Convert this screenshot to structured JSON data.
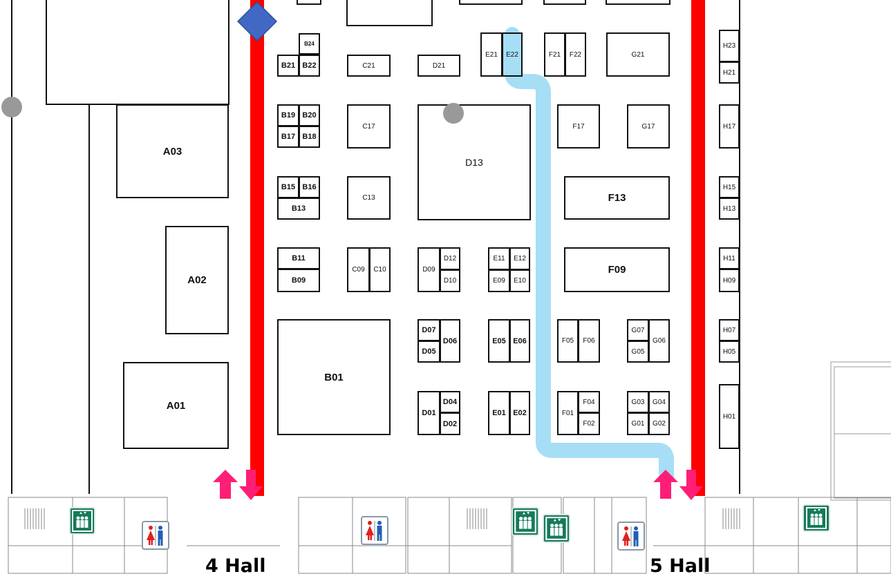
{
  "map": {
    "halls": [
      {
        "id": "hall-4",
        "label": "4 Hall"
      },
      {
        "id": "hall-5",
        "label": "5 Hall"
      }
    ],
    "booths": [
      {
        "id": "A03",
        "label": "A03",
        "style": "big"
      },
      {
        "id": "A02",
        "label": "A02",
        "style": "big"
      },
      {
        "id": "A01",
        "label": "A01",
        "style": "big"
      },
      {
        "id": "B24",
        "label": "B24",
        "style": "tiny"
      },
      {
        "id": "B21",
        "label": "B21",
        "style": "bold"
      },
      {
        "id": "B22",
        "label": "B22",
        "style": "bold"
      },
      {
        "id": "B19",
        "label": "B19",
        "style": "bold"
      },
      {
        "id": "B20",
        "label": "B20",
        "style": "bold"
      },
      {
        "id": "B17",
        "label": "B17",
        "style": "bold"
      },
      {
        "id": "B18",
        "label": "B18",
        "style": "bold"
      },
      {
        "id": "B15",
        "label": "B15",
        "style": "bold"
      },
      {
        "id": "B16",
        "label": "B16",
        "style": "bold"
      },
      {
        "id": "B13",
        "label": "B13",
        "style": "bold"
      },
      {
        "id": "B11",
        "label": "B11",
        "style": "bold"
      },
      {
        "id": "B09",
        "label": "B09",
        "style": "bold"
      },
      {
        "id": "B01",
        "label": "B01",
        "style": "big"
      },
      {
        "id": "C21",
        "label": "C21",
        "style": "normal"
      },
      {
        "id": "C17",
        "label": "C17",
        "style": "normal"
      },
      {
        "id": "C13",
        "label": "C13",
        "style": "normal"
      },
      {
        "id": "C09",
        "label": "C09",
        "style": "normal"
      },
      {
        "id": "C10",
        "label": "C10",
        "style": "normal"
      },
      {
        "id": "D21",
        "label": "D21",
        "style": "normal"
      },
      {
        "id": "D13",
        "label": "D13",
        "style": "large-normal"
      },
      {
        "id": "D09",
        "label": "D09",
        "style": "normal"
      },
      {
        "id": "D12",
        "label": "D12",
        "style": "normal"
      },
      {
        "id": "D10",
        "label": "D10",
        "style": "normal"
      },
      {
        "id": "D07",
        "label": "D07",
        "style": "bold"
      },
      {
        "id": "D06",
        "label": "D06",
        "style": "bold"
      },
      {
        "id": "D05",
        "label": "D05",
        "style": "bold"
      },
      {
        "id": "D04",
        "label": "D04",
        "style": "bold"
      },
      {
        "id": "D01",
        "label": "D01",
        "style": "bold"
      },
      {
        "id": "D02",
        "label": "D02",
        "style": "bold"
      },
      {
        "id": "E21",
        "label": "E21",
        "style": "normal"
      },
      {
        "id": "E22",
        "label": "E22",
        "style": "normal"
      },
      {
        "id": "E11",
        "label": "E11",
        "style": "normal"
      },
      {
        "id": "E12",
        "label": "E12",
        "style": "normal"
      },
      {
        "id": "E09",
        "label": "E09",
        "style": "normal"
      },
      {
        "id": "E10",
        "label": "E10",
        "style": "normal"
      },
      {
        "id": "E05",
        "label": "E05",
        "style": "bold"
      },
      {
        "id": "E06",
        "label": "E06",
        "style": "bold"
      },
      {
        "id": "E01",
        "label": "E01",
        "style": "bold"
      },
      {
        "id": "E02",
        "label": "E02",
        "style": "bold"
      },
      {
        "id": "F21",
        "label": "F21",
        "style": "normal"
      },
      {
        "id": "F22",
        "label": "F22",
        "style": "normal"
      },
      {
        "id": "F17",
        "label": "F17",
        "style": "normal"
      },
      {
        "id": "F13",
        "label": "F13",
        "style": "big"
      },
      {
        "id": "F09",
        "label": "F09",
        "style": "big"
      },
      {
        "id": "F05",
        "label": "F05",
        "style": "normal"
      },
      {
        "id": "F06",
        "label": "F06",
        "style": "normal"
      },
      {
        "id": "F01",
        "label": "F01",
        "style": "normal"
      },
      {
        "id": "F04",
        "label": "F04",
        "style": "normal"
      },
      {
        "id": "F02",
        "label": "F02",
        "style": "normal"
      },
      {
        "id": "G21",
        "label": "G21",
        "style": "normal"
      },
      {
        "id": "G17",
        "label": "G17",
        "style": "normal"
      },
      {
        "id": "G07",
        "label": "G07",
        "style": "normal"
      },
      {
        "id": "G06",
        "label": "G06",
        "style": "normal"
      },
      {
        "id": "G05",
        "label": "G05",
        "style": "normal"
      },
      {
        "id": "G03",
        "label": "G03",
        "style": "normal"
      },
      {
        "id": "G04",
        "label": "G04",
        "style": "normal"
      },
      {
        "id": "G01",
        "label": "G01",
        "style": "normal"
      },
      {
        "id": "G02",
        "label": "G02",
        "style": "normal"
      },
      {
        "id": "H23",
        "label": "H23",
        "style": "normal"
      },
      {
        "id": "H21",
        "label": "H21",
        "style": "normal"
      },
      {
        "id": "H17",
        "label": "H17",
        "style": "normal"
      },
      {
        "id": "H15",
        "label": "H15",
        "style": "normal"
      },
      {
        "id": "H13",
        "label": "H13",
        "style": "normal"
      },
      {
        "id": "H11",
        "label": "H11",
        "style": "normal"
      },
      {
        "id": "H09",
        "label": "H09",
        "style": "normal"
      },
      {
        "id": "H07",
        "label": "H07",
        "style": "normal"
      },
      {
        "id": "H05",
        "label": "H05",
        "style": "normal"
      },
      {
        "id": "H01",
        "label": "H01",
        "style": "normal"
      }
    ],
    "icons": [
      {
        "id": "elevator-1",
        "type": "elevator-icon"
      },
      {
        "id": "elevator-2",
        "type": "elevator-icon"
      },
      {
        "id": "elevator-3",
        "type": "elevator-icon"
      },
      {
        "id": "elevator-4",
        "type": "elevator-icon"
      },
      {
        "id": "restroom-1",
        "type": "restroom-icon"
      },
      {
        "id": "restroom-2",
        "type": "restroom-icon"
      },
      {
        "id": "restroom-3",
        "type": "restroom-icon"
      },
      {
        "id": "entry-arrows-hall-4",
        "type": "up-down-arrows-icon"
      },
      {
        "id": "entry-arrows-hall-5",
        "type": "up-down-arrows-icon"
      },
      {
        "id": "start-marker",
        "type": "diamond-marker-icon"
      }
    ],
    "colors": {
      "hall_divider": "#ff0000",
      "route": "#a6def5",
      "arrow": "#ff1e76",
      "elevator": "#157a5b",
      "marker_diamond": "#4169c4",
      "marker_dot": "#999999",
      "restroom_female": "#e02020",
      "restroom_male": "#1f5fb8"
    }
  }
}
